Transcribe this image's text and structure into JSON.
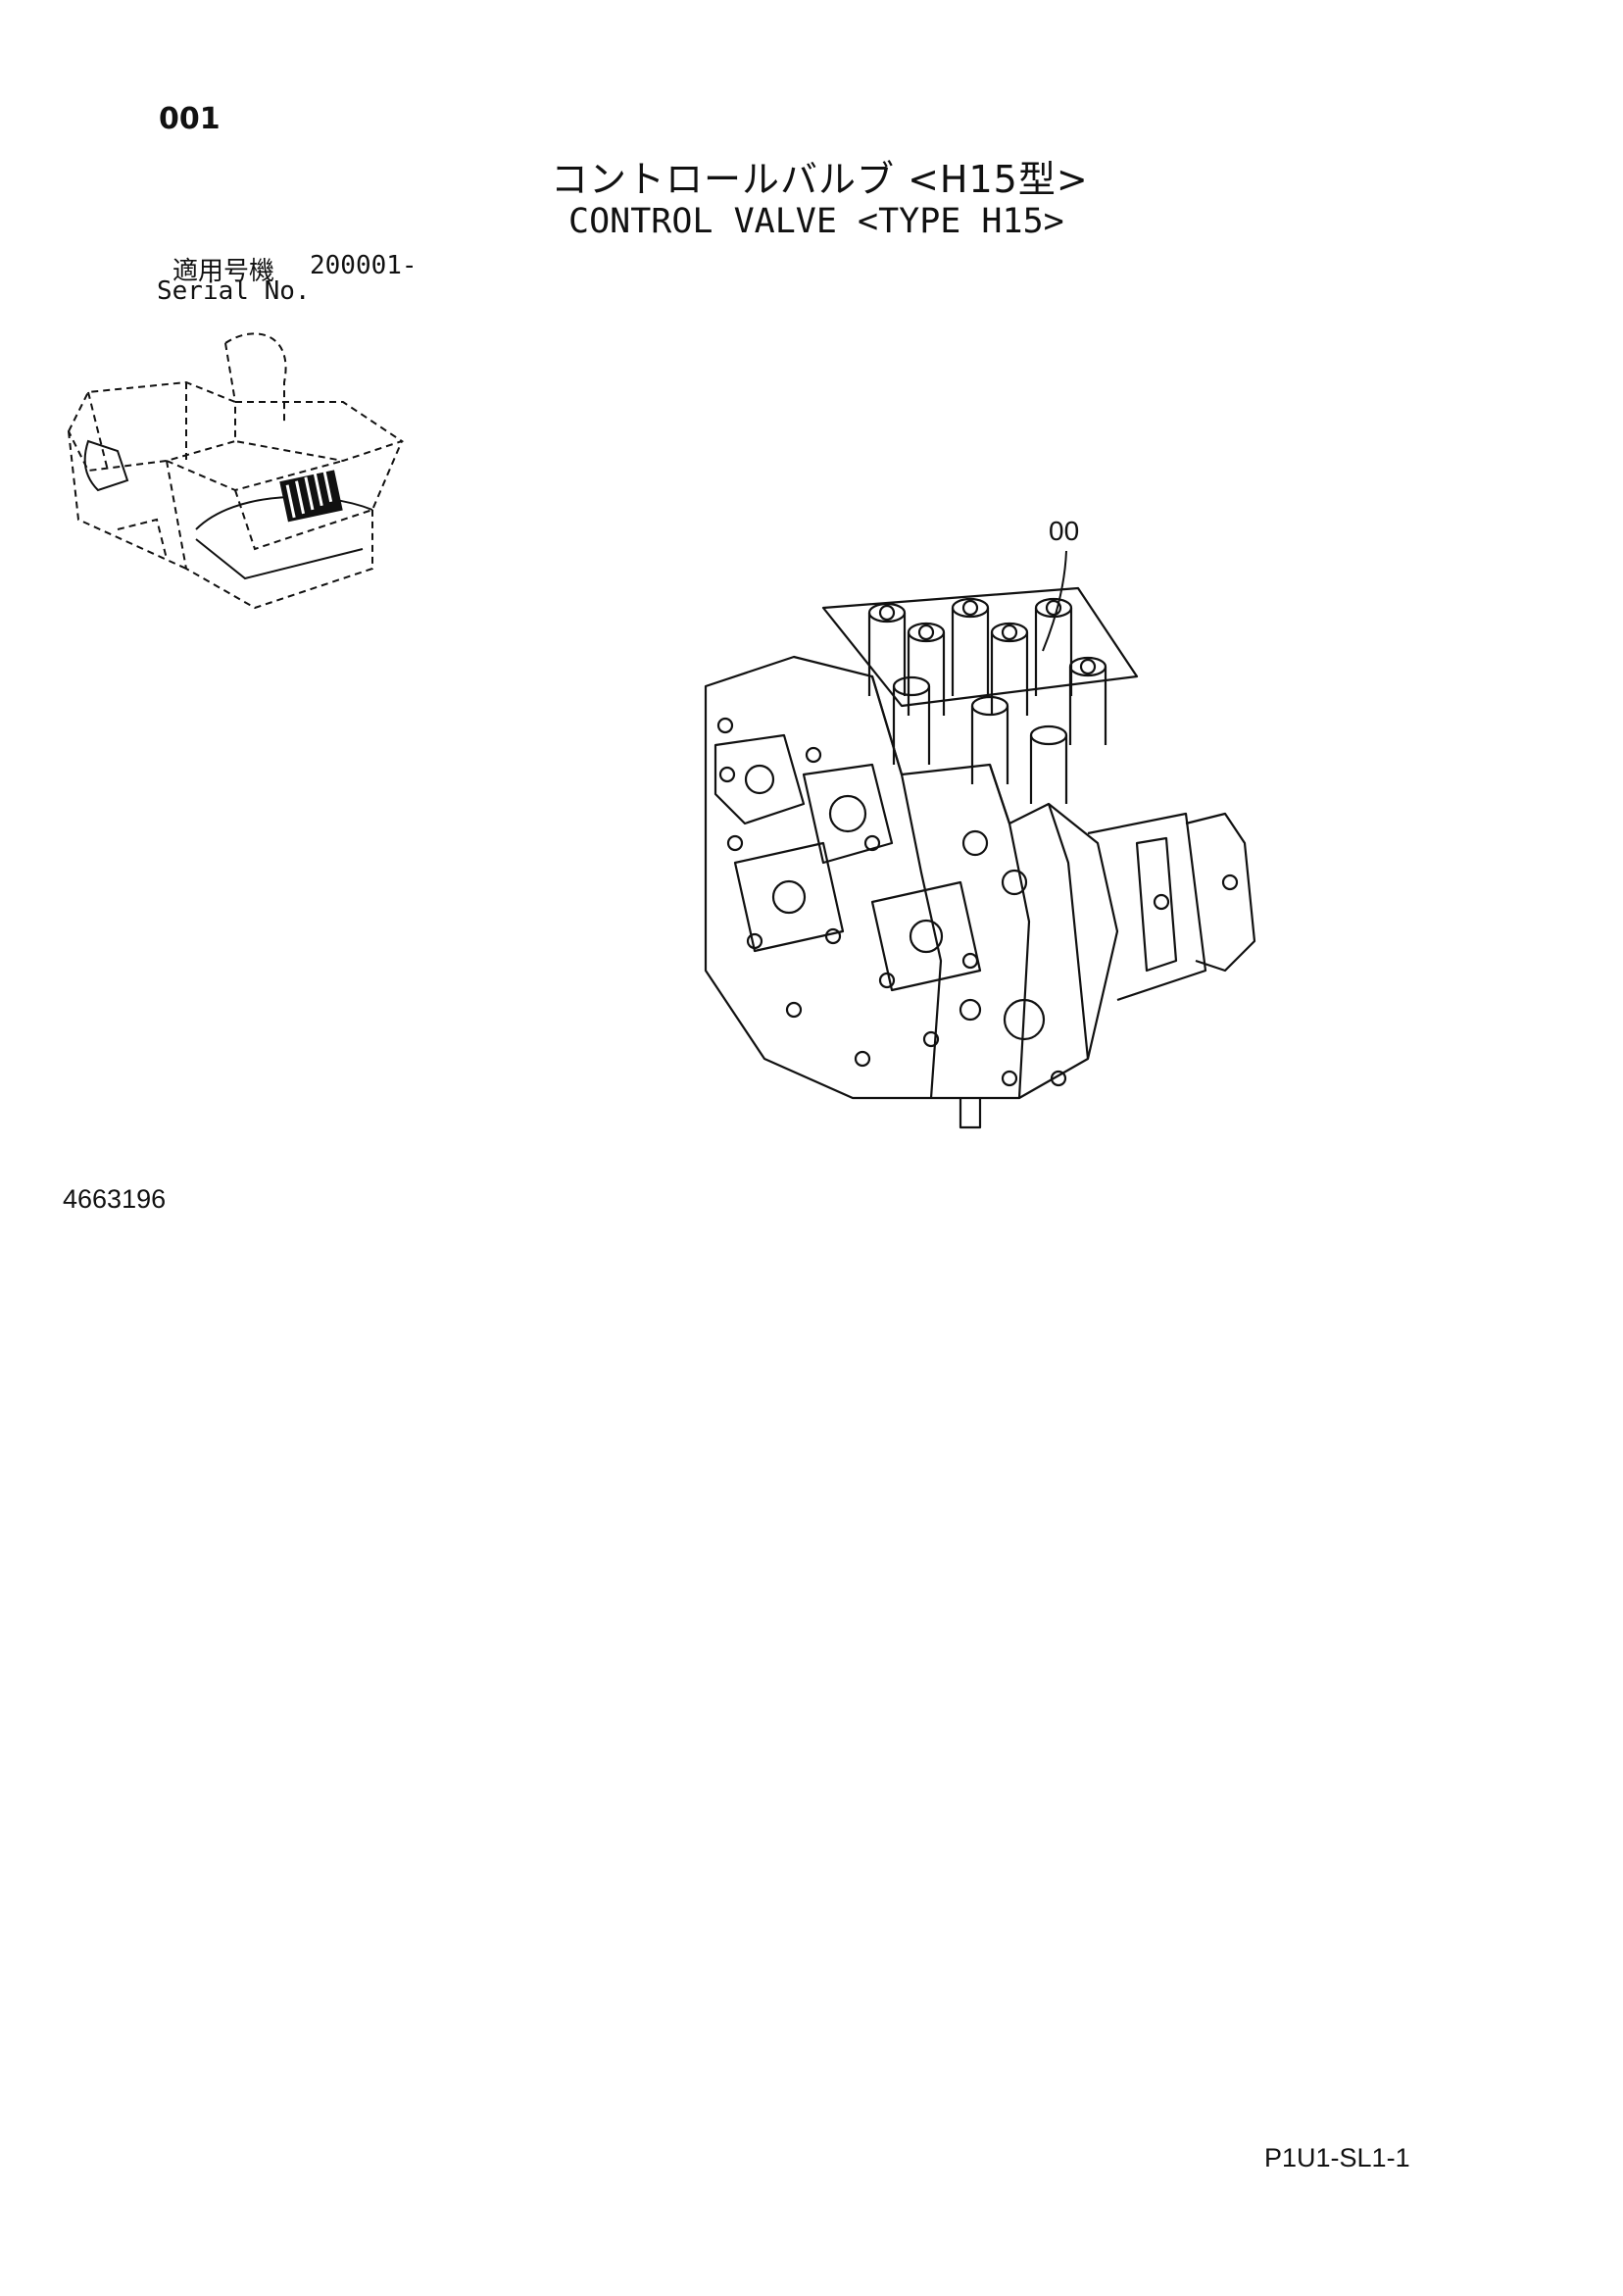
{
  "page": {
    "page_no": "001",
    "title_jp": "コントロールバルブ <H15型>",
    "title_en": "CONTROL VALVE <TYPE H15>",
    "serial_label_jp": "適用号機",
    "serial_value": "200001-",
    "serial_label_en": "Serial No.",
    "doc_number": "4663196",
    "sheet_ref": "P1U1-SL1-1"
  },
  "diagram": {
    "callouts": [
      {
        "label": "00",
        "part": "control valve"
      }
    ]
  },
  "colors": {
    "ink": "#111111",
    "background": "#ffffff"
  }
}
